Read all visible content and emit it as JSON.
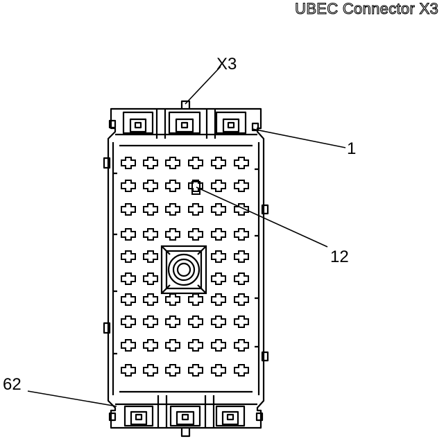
{
  "title": "UBEC Connector X3",
  "callouts": {
    "connector_id": "X3",
    "pin_first": "1",
    "pin_row_two": "12",
    "pin_last": "62"
  }
}
